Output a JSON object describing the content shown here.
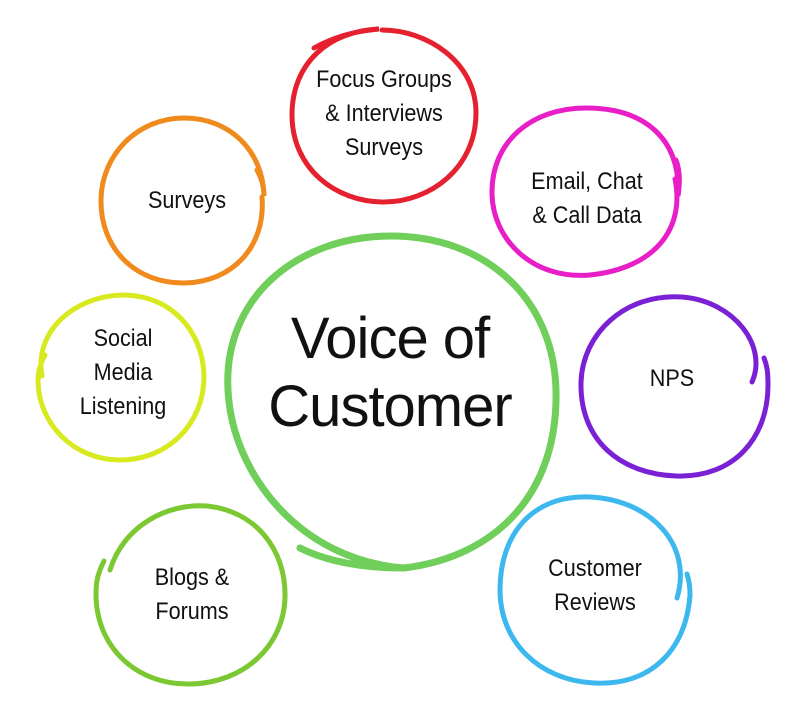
{
  "diagram": {
    "center": {
      "line1": "Voice of",
      "line2": "Customer"
    },
    "nodes": [
      {
        "id": "focus-groups",
        "lines": [
          "Focus Groups",
          "& Interviews",
          "Surveys"
        ],
        "color": "#e5202f"
      },
      {
        "id": "email-chat-call",
        "lines": [
          "Email, Chat",
          "& Call Data"
        ],
        "color": "#e81ec7"
      },
      {
        "id": "nps",
        "lines": [
          "NPS"
        ],
        "color": "#7a21d6"
      },
      {
        "id": "customer-reviews",
        "lines": [
          "Customer",
          "Reviews"
        ],
        "color": "#3cb8ee"
      },
      {
        "id": "blogs-forums",
        "lines": [
          "Blogs &",
          "Forums"
        ],
        "color": "#7bc832"
      },
      {
        "id": "social-media-listening",
        "lines": [
          "Social",
          "Media",
          "Listening"
        ],
        "color": "#d8ea1f"
      },
      {
        "id": "surveys",
        "lines": [
          "Surveys"
        ],
        "color": "#f08a1d"
      }
    ],
    "center_color": "#6fcf5a"
  }
}
